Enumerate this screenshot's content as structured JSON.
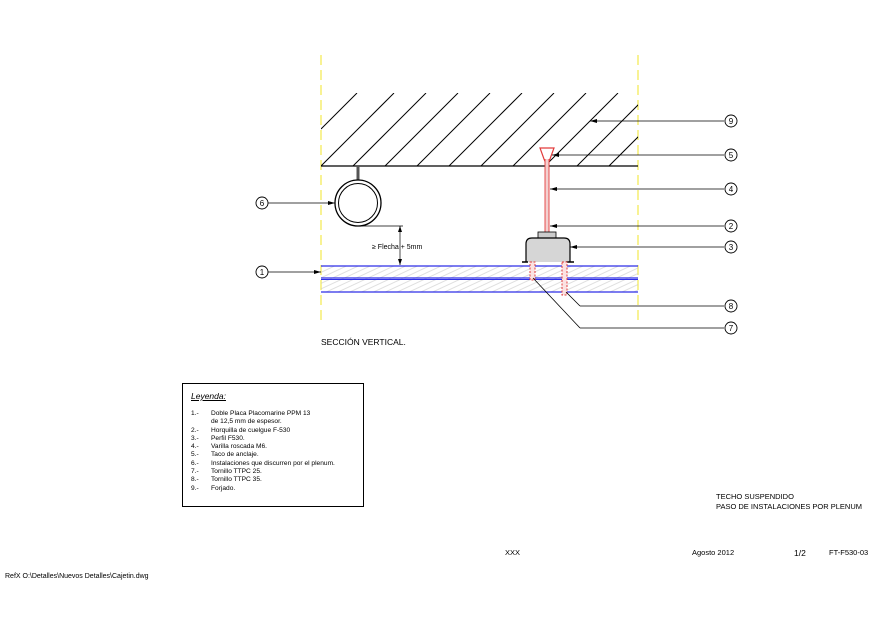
{
  "drawing": {
    "callouts": [
      "9",
      "5",
      "4",
      "2",
      "3",
      "8",
      "7",
      "6",
      "1"
    ],
    "dimension_label": "≥ Flecha + 5mm",
    "section_label": "SECCIÓN VERTICAL."
  },
  "legend": {
    "title": "Leyenda:",
    "items": [
      {
        "num": "1.-",
        "text": "Doble Placa Placomarine PPM 13\nde 12,5 mm de espesor."
      },
      {
        "num": "2.-",
        "text": "Horquilla de cuelgue F-530"
      },
      {
        "num": "3.-",
        "text": "Perfil F530."
      },
      {
        "num": "4.-",
        "text": "Varilla roscada M6."
      },
      {
        "num": "5.-",
        "text": "Taco de anclaje."
      },
      {
        "num": "6.-",
        "text": "Instalaciones que discurren por el plenum."
      },
      {
        "num": "7.-",
        "text": "Tornillo TTPC 25."
      },
      {
        "num": "8.-",
        "text": "Tornillo TTPC 35."
      },
      {
        "num": "9.-",
        "text": "Forjado."
      }
    ]
  },
  "title_block": {
    "line1": "TECHO SUSPENDIDO",
    "line2": "PASO DE INSTALACIONES POR PLENUM",
    "author": "XXX",
    "date": "Agosto 2012",
    "sheet": "1/2",
    "code": "FT-F530-03",
    "ref": "RefX O:\\Detalles\\Nuevos Detalles\\Cajetin.dwg"
  },
  "colors": {
    "board_line": "#2e2ee6",
    "screw": "#e23c3c",
    "guide": "#f2e84c"
  }
}
